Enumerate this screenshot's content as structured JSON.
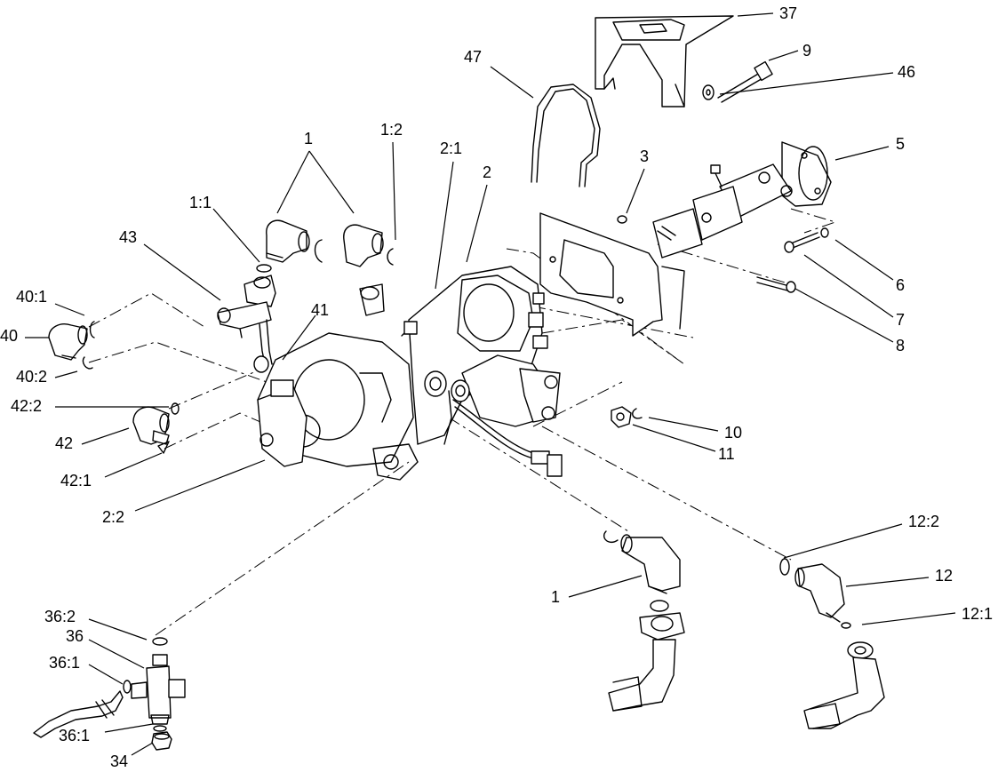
{
  "callouts": [
    {
      "id": "c37",
      "text": "37"
    },
    {
      "id": "c9",
      "text": "9"
    },
    {
      "id": "c46",
      "text": "46"
    },
    {
      "id": "c47",
      "text": "47"
    },
    {
      "id": "c5",
      "text": "5"
    },
    {
      "id": "c1a",
      "text": "1"
    },
    {
      "id": "c1-2",
      "text": "1:2"
    },
    {
      "id": "c2-1",
      "text": "2:1"
    },
    {
      "id": "c3",
      "text": "3"
    },
    {
      "id": "c2",
      "text": "2"
    },
    {
      "id": "c1-1",
      "text": "1:1"
    },
    {
      "id": "c43",
      "text": "43"
    },
    {
      "id": "c6",
      "text": "6"
    },
    {
      "id": "c40-1",
      "text": "40:1"
    },
    {
      "id": "c41",
      "text": "41"
    },
    {
      "id": "c7",
      "text": "7"
    },
    {
      "id": "c40",
      "text": "40"
    },
    {
      "id": "c8",
      "text": "8"
    },
    {
      "id": "c40-2",
      "text": "40:2"
    },
    {
      "id": "c42-2",
      "text": "42:2"
    },
    {
      "id": "c10",
      "text": "10"
    },
    {
      "id": "c42",
      "text": "42"
    },
    {
      "id": "c11",
      "text": "11"
    },
    {
      "id": "c42-1",
      "text": "42:1"
    },
    {
      "id": "c2-2",
      "text": "2:2"
    },
    {
      "id": "c12-2",
      "text": "12:2"
    },
    {
      "id": "c12",
      "text": "12"
    },
    {
      "id": "c1b",
      "text": "1"
    },
    {
      "id": "c12-1",
      "text": "12:1"
    },
    {
      "id": "c36-2",
      "text": "36:2"
    },
    {
      "id": "c36",
      "text": "36"
    },
    {
      "id": "c36-1a",
      "text": "36:1"
    },
    {
      "id": "c36-1b",
      "text": "36:1"
    },
    {
      "id": "c34",
      "text": "34"
    }
  ]
}
